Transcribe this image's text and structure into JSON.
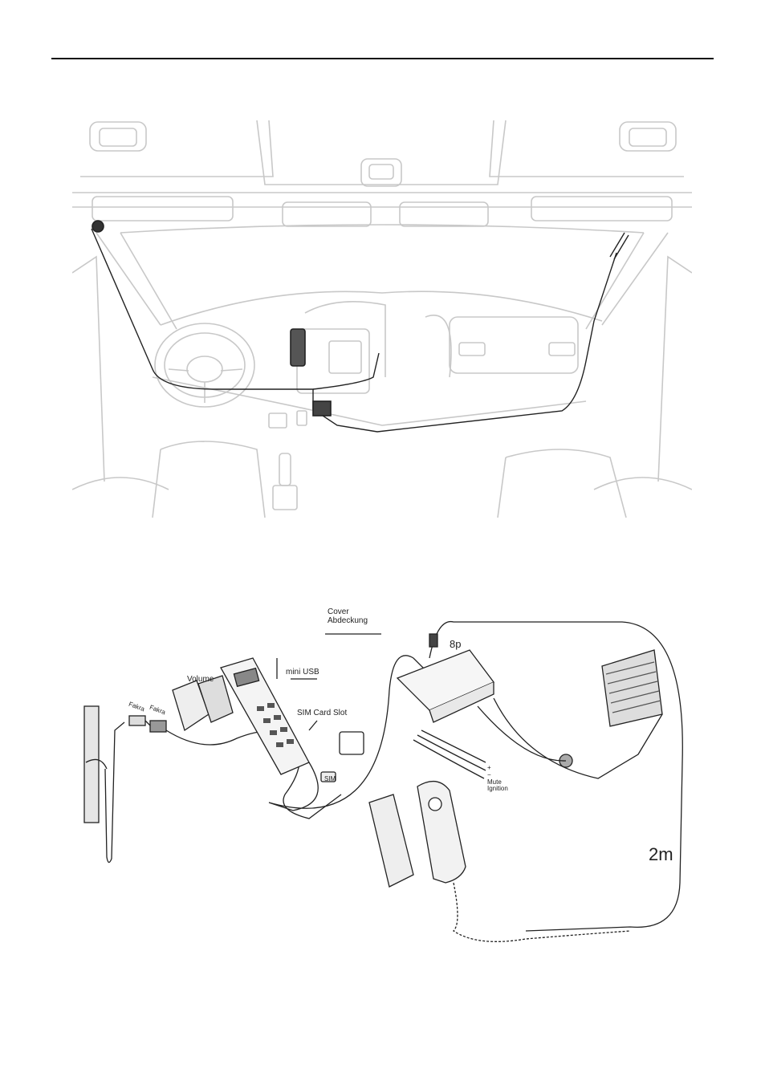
{
  "diagram": {
    "labels": {
      "cover": "Cover",
      "abdeckung": "Abdeckung",
      "eight_p": "8p",
      "mini_usb": "mini USB",
      "volume": "Volume",
      "sim_card_slot": "SIM Card Slot",
      "fakra_1": "Fakra",
      "fakra_2": "Fakra",
      "sim_tag": "SIM",
      "plus": "+",
      "minus": "−",
      "mute": "Mute",
      "ignition": "Ignition",
      "cable_length": "2m"
    }
  }
}
